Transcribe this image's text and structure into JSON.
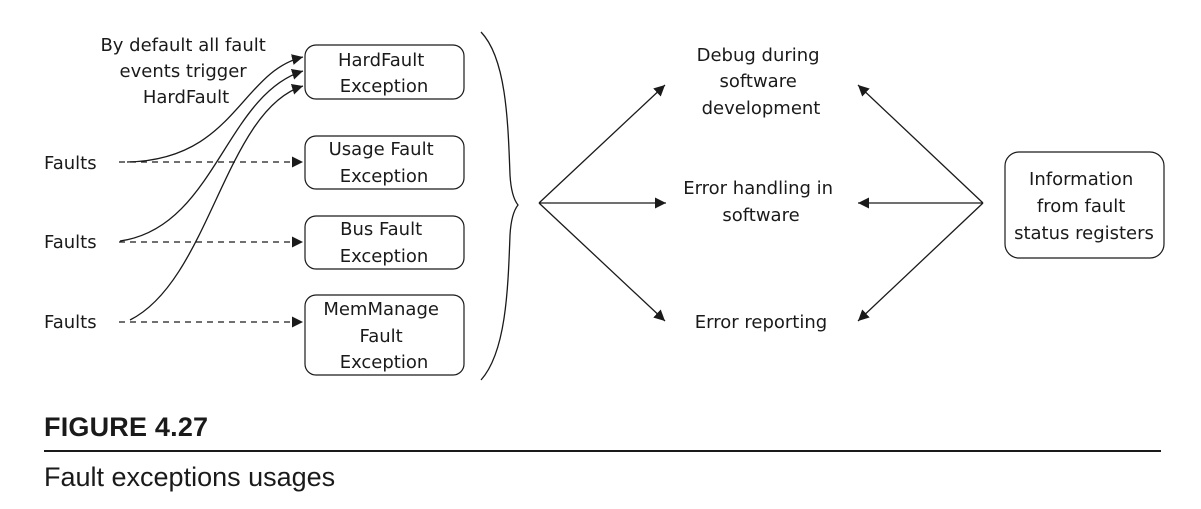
{
  "figure": {
    "number": "FIGURE 4.27",
    "caption": "Fault exceptions usages"
  },
  "diagram": {
    "note_lines": [
      "By default all fault",
      "events trigger",
      "HardFault"
    ],
    "fault_sources": [
      "Faults",
      "Faults",
      "Faults"
    ],
    "exceptions": [
      {
        "lines": [
          "HardFault",
          "Exception"
        ]
      },
      {
        "lines": [
          "Usage Fault",
          "Exception"
        ]
      },
      {
        "lines": [
          "Bus Fault",
          "Exception"
        ]
      },
      {
        "lines": [
          "MemManage",
          "Fault",
          "Exception"
        ]
      }
    ],
    "usages": [
      {
        "lines": [
          "Debug during",
          "software",
          "development"
        ]
      },
      {
        "lines": [
          "Error handling in",
          "software"
        ]
      },
      {
        "lines": [
          "Error reporting"
        ]
      }
    ],
    "info_box": {
      "lines": [
        "Information",
        "from fault",
        "status registers"
      ]
    }
  }
}
